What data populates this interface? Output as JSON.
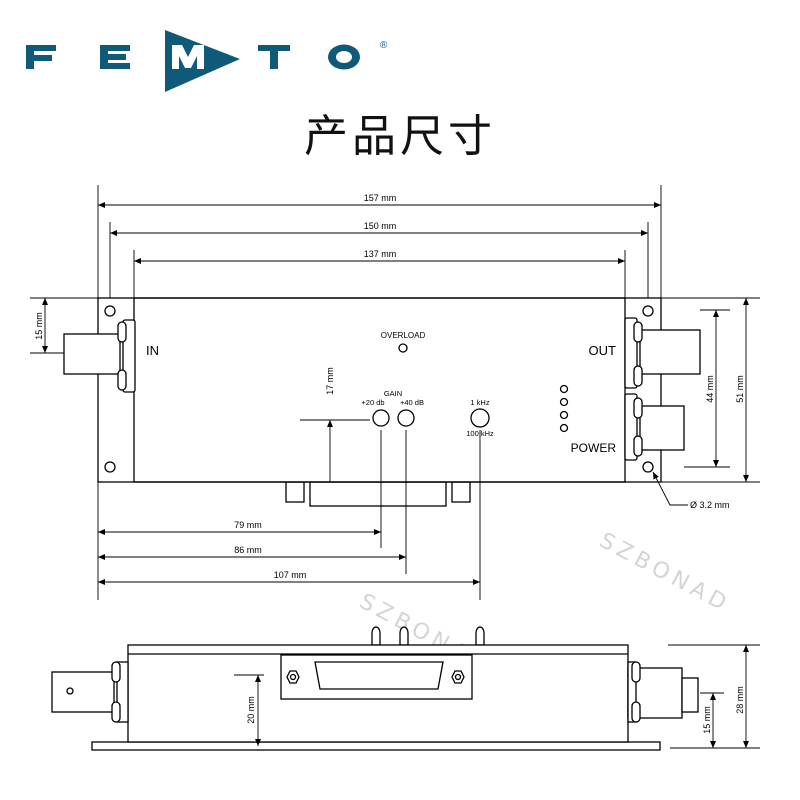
{
  "logo": {
    "text": "FEMTO",
    "registered": "®",
    "color": "#0f5a78"
  },
  "title": "产品尺寸",
  "watermark": "SZBONAD",
  "top_view": {
    "dims": {
      "overall": "157 mm",
      "holes": "150 mm",
      "body": "137 mm",
      "bnc_height": "15 mm",
      "hole_spacing": "44 mm",
      "width": "51 mm",
      "knob_height": "17 mm",
      "gain20_pos": "79 mm",
      "gain40_pos": "86 mm",
      "freq_pos": "107 mm",
      "hole_dia": "Ø 3.2 mm"
    },
    "labels": {
      "input": "IN",
      "output": "OUT",
      "overload": "OVERLOAD",
      "gain": "GAIN",
      "gain20": "+20 db",
      "gain40": "+40 dB",
      "freq_low": "1 kHz",
      "freq_high": "100 kHz",
      "power": "POWER"
    }
  },
  "side_view": {
    "dims": {
      "connector_height": "20 mm",
      "bnc_height": "15 mm",
      "total_height": "28 mm"
    }
  }
}
